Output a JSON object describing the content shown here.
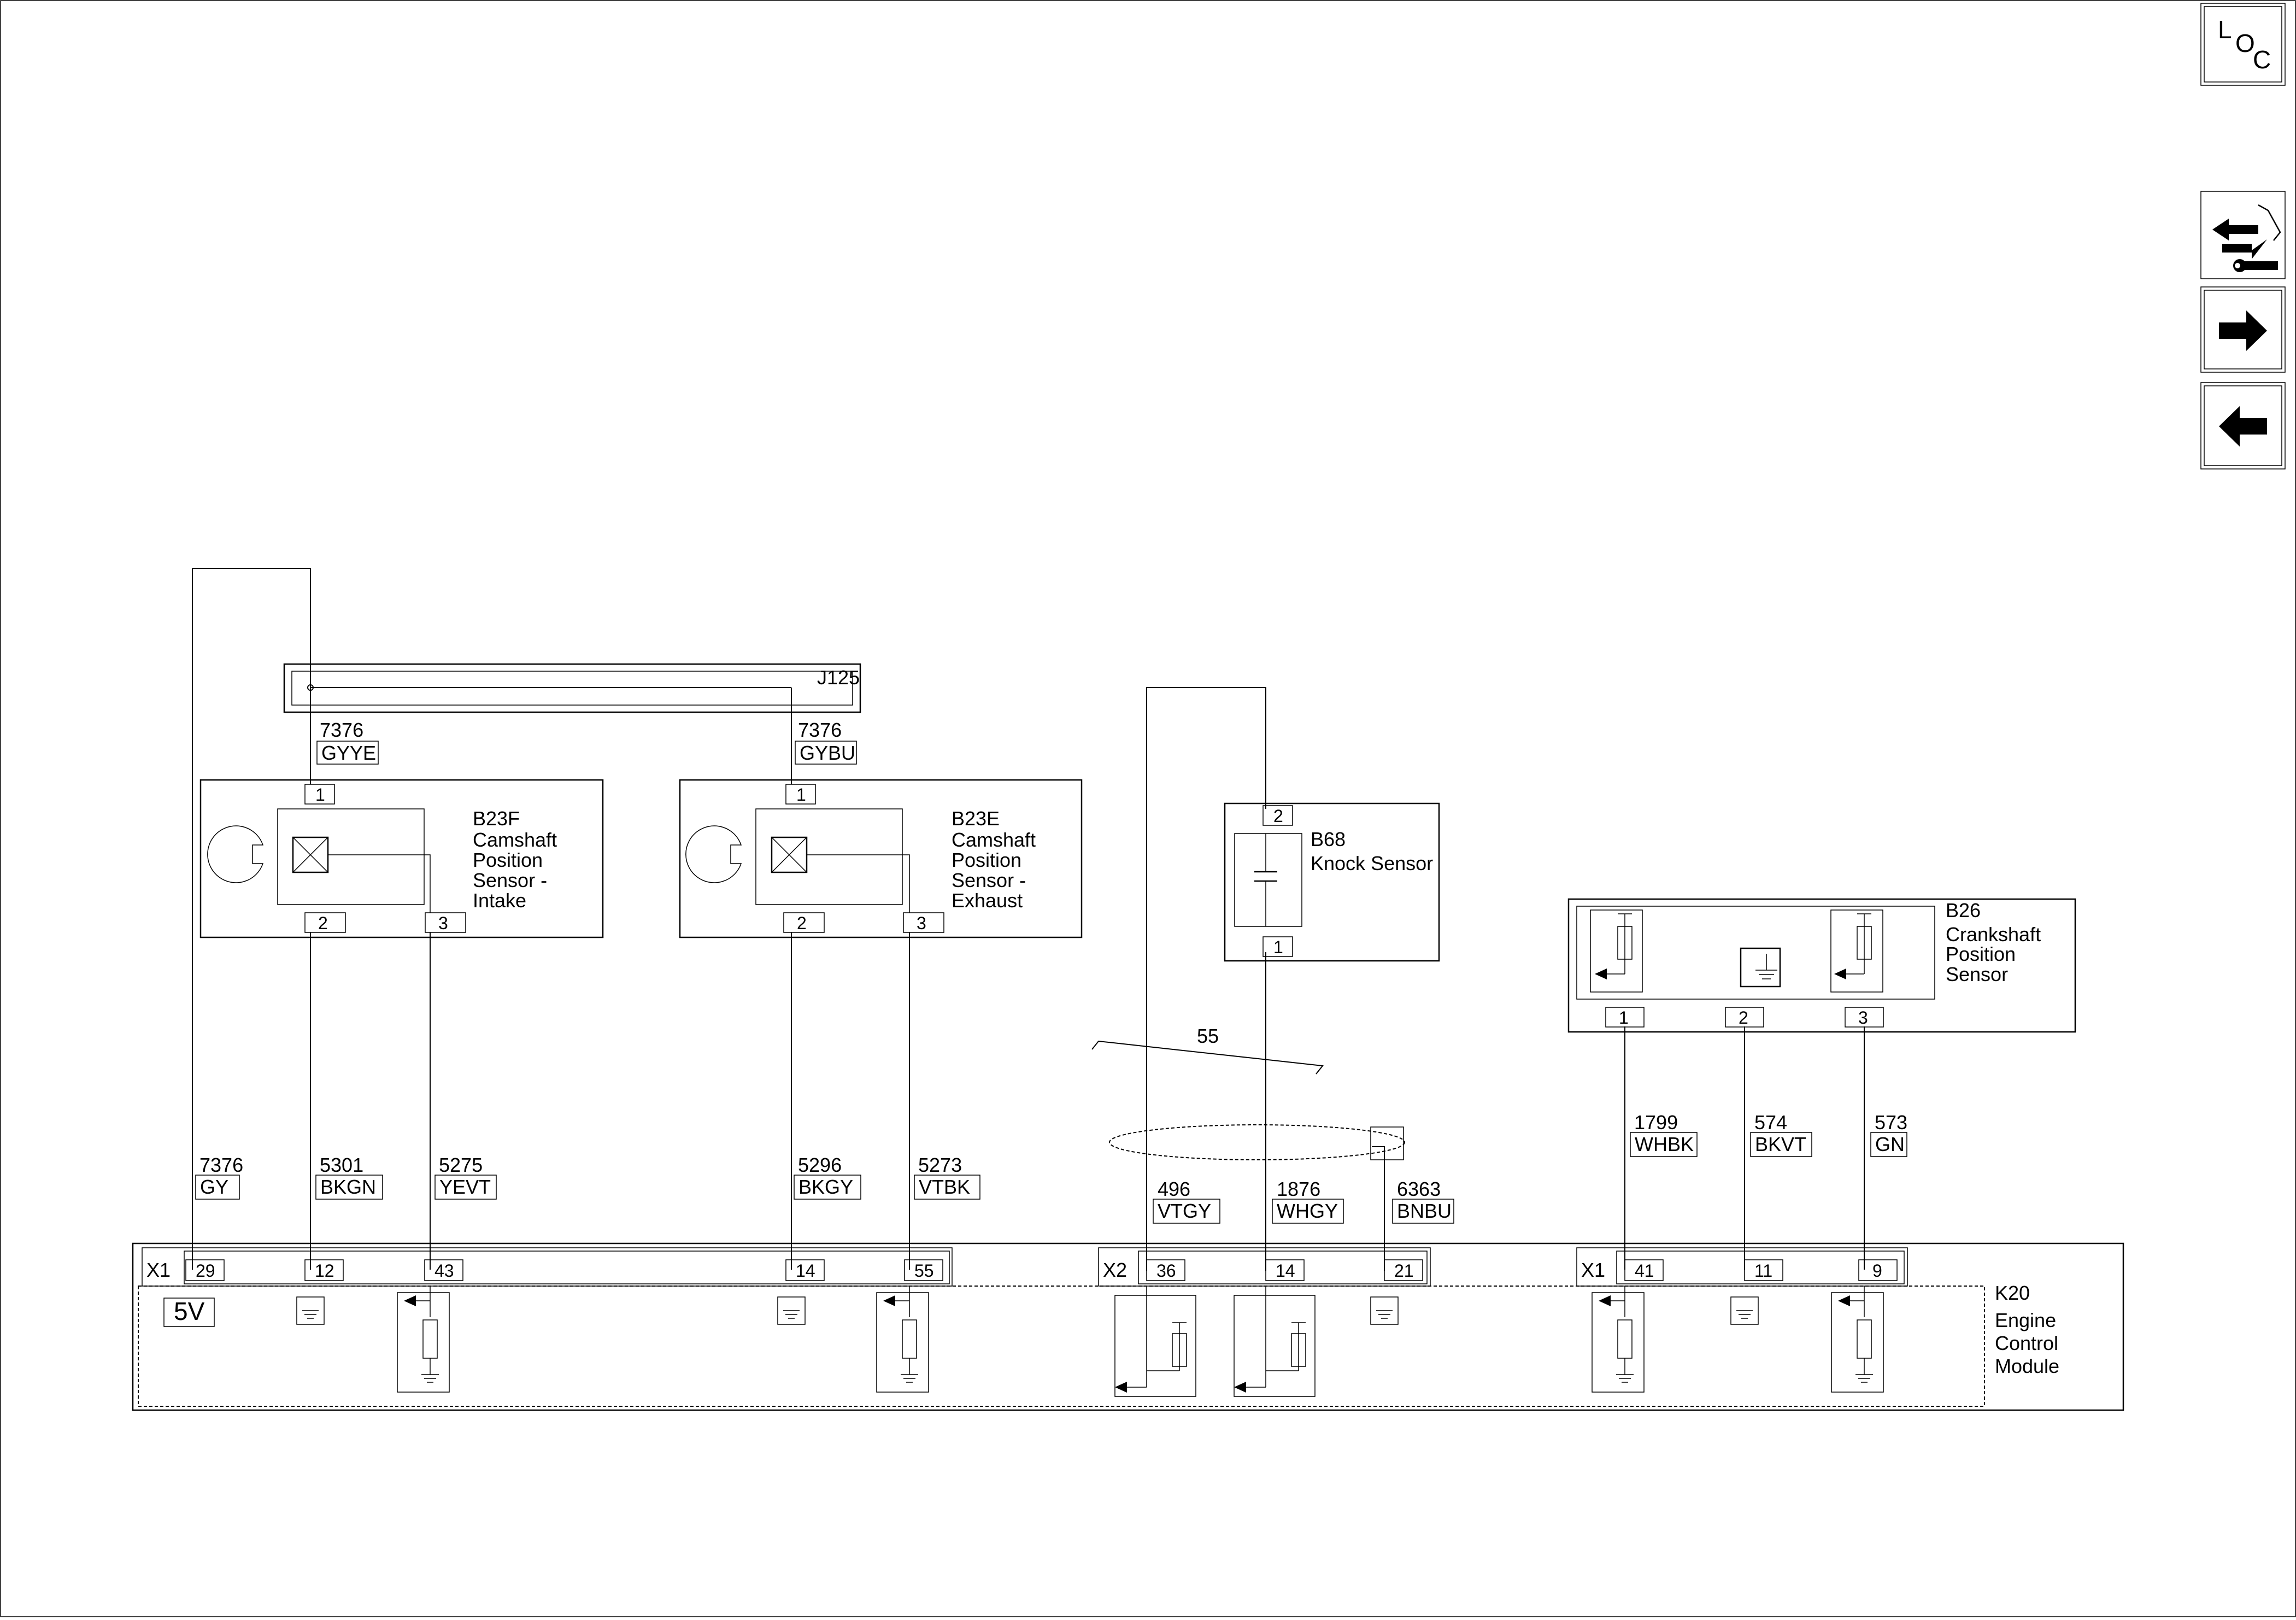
{
  "nav": {
    "loc": {
      "l": "L",
      "o": "O",
      "c": "C"
    }
  },
  "splice": {
    "id": "J125"
  },
  "components": {
    "b23f": {
      "id": "B23F",
      "line1": "Camshaft",
      "line2": "Position",
      "line3": "Sensor -",
      "line4": "Intake"
    },
    "b23e": {
      "id": "B23E",
      "line1": "Camshaft",
      "line2": "Position",
      "line3": "Sensor -",
      "line4": "Exhaust"
    },
    "b68": {
      "id": "B68",
      "name": "Knock Sensor"
    },
    "b26": {
      "id": "B26",
      "line1": "Crankshaft",
      "line2": "Position",
      "line3": "Sensor"
    },
    "k20": {
      "id": "K20",
      "line1": "Engine",
      "line2": "Control",
      "line3": "Module",
      "voltage": "5V"
    }
  },
  "pins": {
    "b23f": [
      "1",
      "2",
      "3"
    ],
    "b23e": [
      "1",
      "2",
      "3"
    ],
    "b68": [
      "2",
      "1"
    ],
    "b26": [
      "1",
      "2",
      "3"
    ]
  },
  "connectors": {
    "x1a": {
      "label": "X1",
      "pins": [
        "29",
        "12",
        "43",
        "14",
        "55"
      ]
    },
    "x2": {
      "label": "X2",
      "pins": [
        "36",
        "14",
        "21"
      ]
    },
    "x1b": {
      "label": "X1",
      "pins": [
        "41",
        "11",
        "9"
      ]
    }
  },
  "shield_label": "55",
  "wires": {
    "w7376_ye": {
      "circuit": "7376",
      "color": "GYYE"
    },
    "w7376_bu": {
      "circuit": "7376",
      "color": "GYBU"
    },
    "w7376": {
      "circuit": "7376",
      "color": "GY"
    },
    "w5301": {
      "circuit": "5301",
      "color": "BKGN"
    },
    "w5275": {
      "circuit": "5275",
      "color": "YEVT"
    },
    "w5296": {
      "circuit": "5296",
      "color": "BKGY"
    },
    "w5273": {
      "circuit": "5273",
      "color": "VTBK"
    },
    "w496": {
      "circuit": "496",
      "color": "VTGY"
    },
    "w1876": {
      "circuit": "1876",
      "color": "WHGY"
    },
    "w6363": {
      "circuit": "6363",
      "color": "BNBU"
    },
    "w1799": {
      "circuit": "1799",
      "color": "WHBK"
    },
    "w574": {
      "circuit": "574",
      "color": "BKVT"
    },
    "w573": {
      "circuit": "573",
      "color": "GN"
    }
  }
}
